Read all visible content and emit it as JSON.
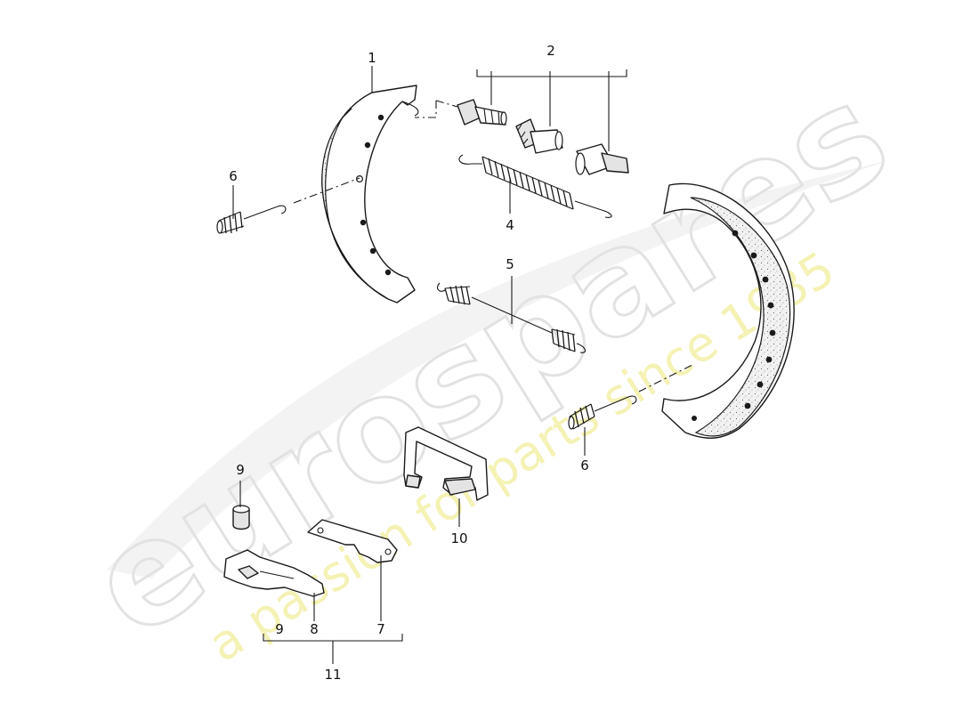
{
  "watermark": {
    "brand": "eurospares",
    "tagline": "a passion for parts since 1985",
    "brand_color": "#e6e6e6",
    "tagline_color": "#f3f0a8"
  },
  "callouts": {
    "c1": "1",
    "c2": "2",
    "c4": "4",
    "c5": "5",
    "c6a": "6",
    "c6b": "6",
    "c7": "7",
    "c8": "8",
    "c9a": "9",
    "c9b": "9",
    "c10": "10",
    "c11": "11"
  },
  "icons": [
    "brake-shoe-icon",
    "adjuster-icon",
    "spring-icon",
    "clip-icon",
    "lever-icon",
    "plate-icon",
    "cap-icon"
  ]
}
